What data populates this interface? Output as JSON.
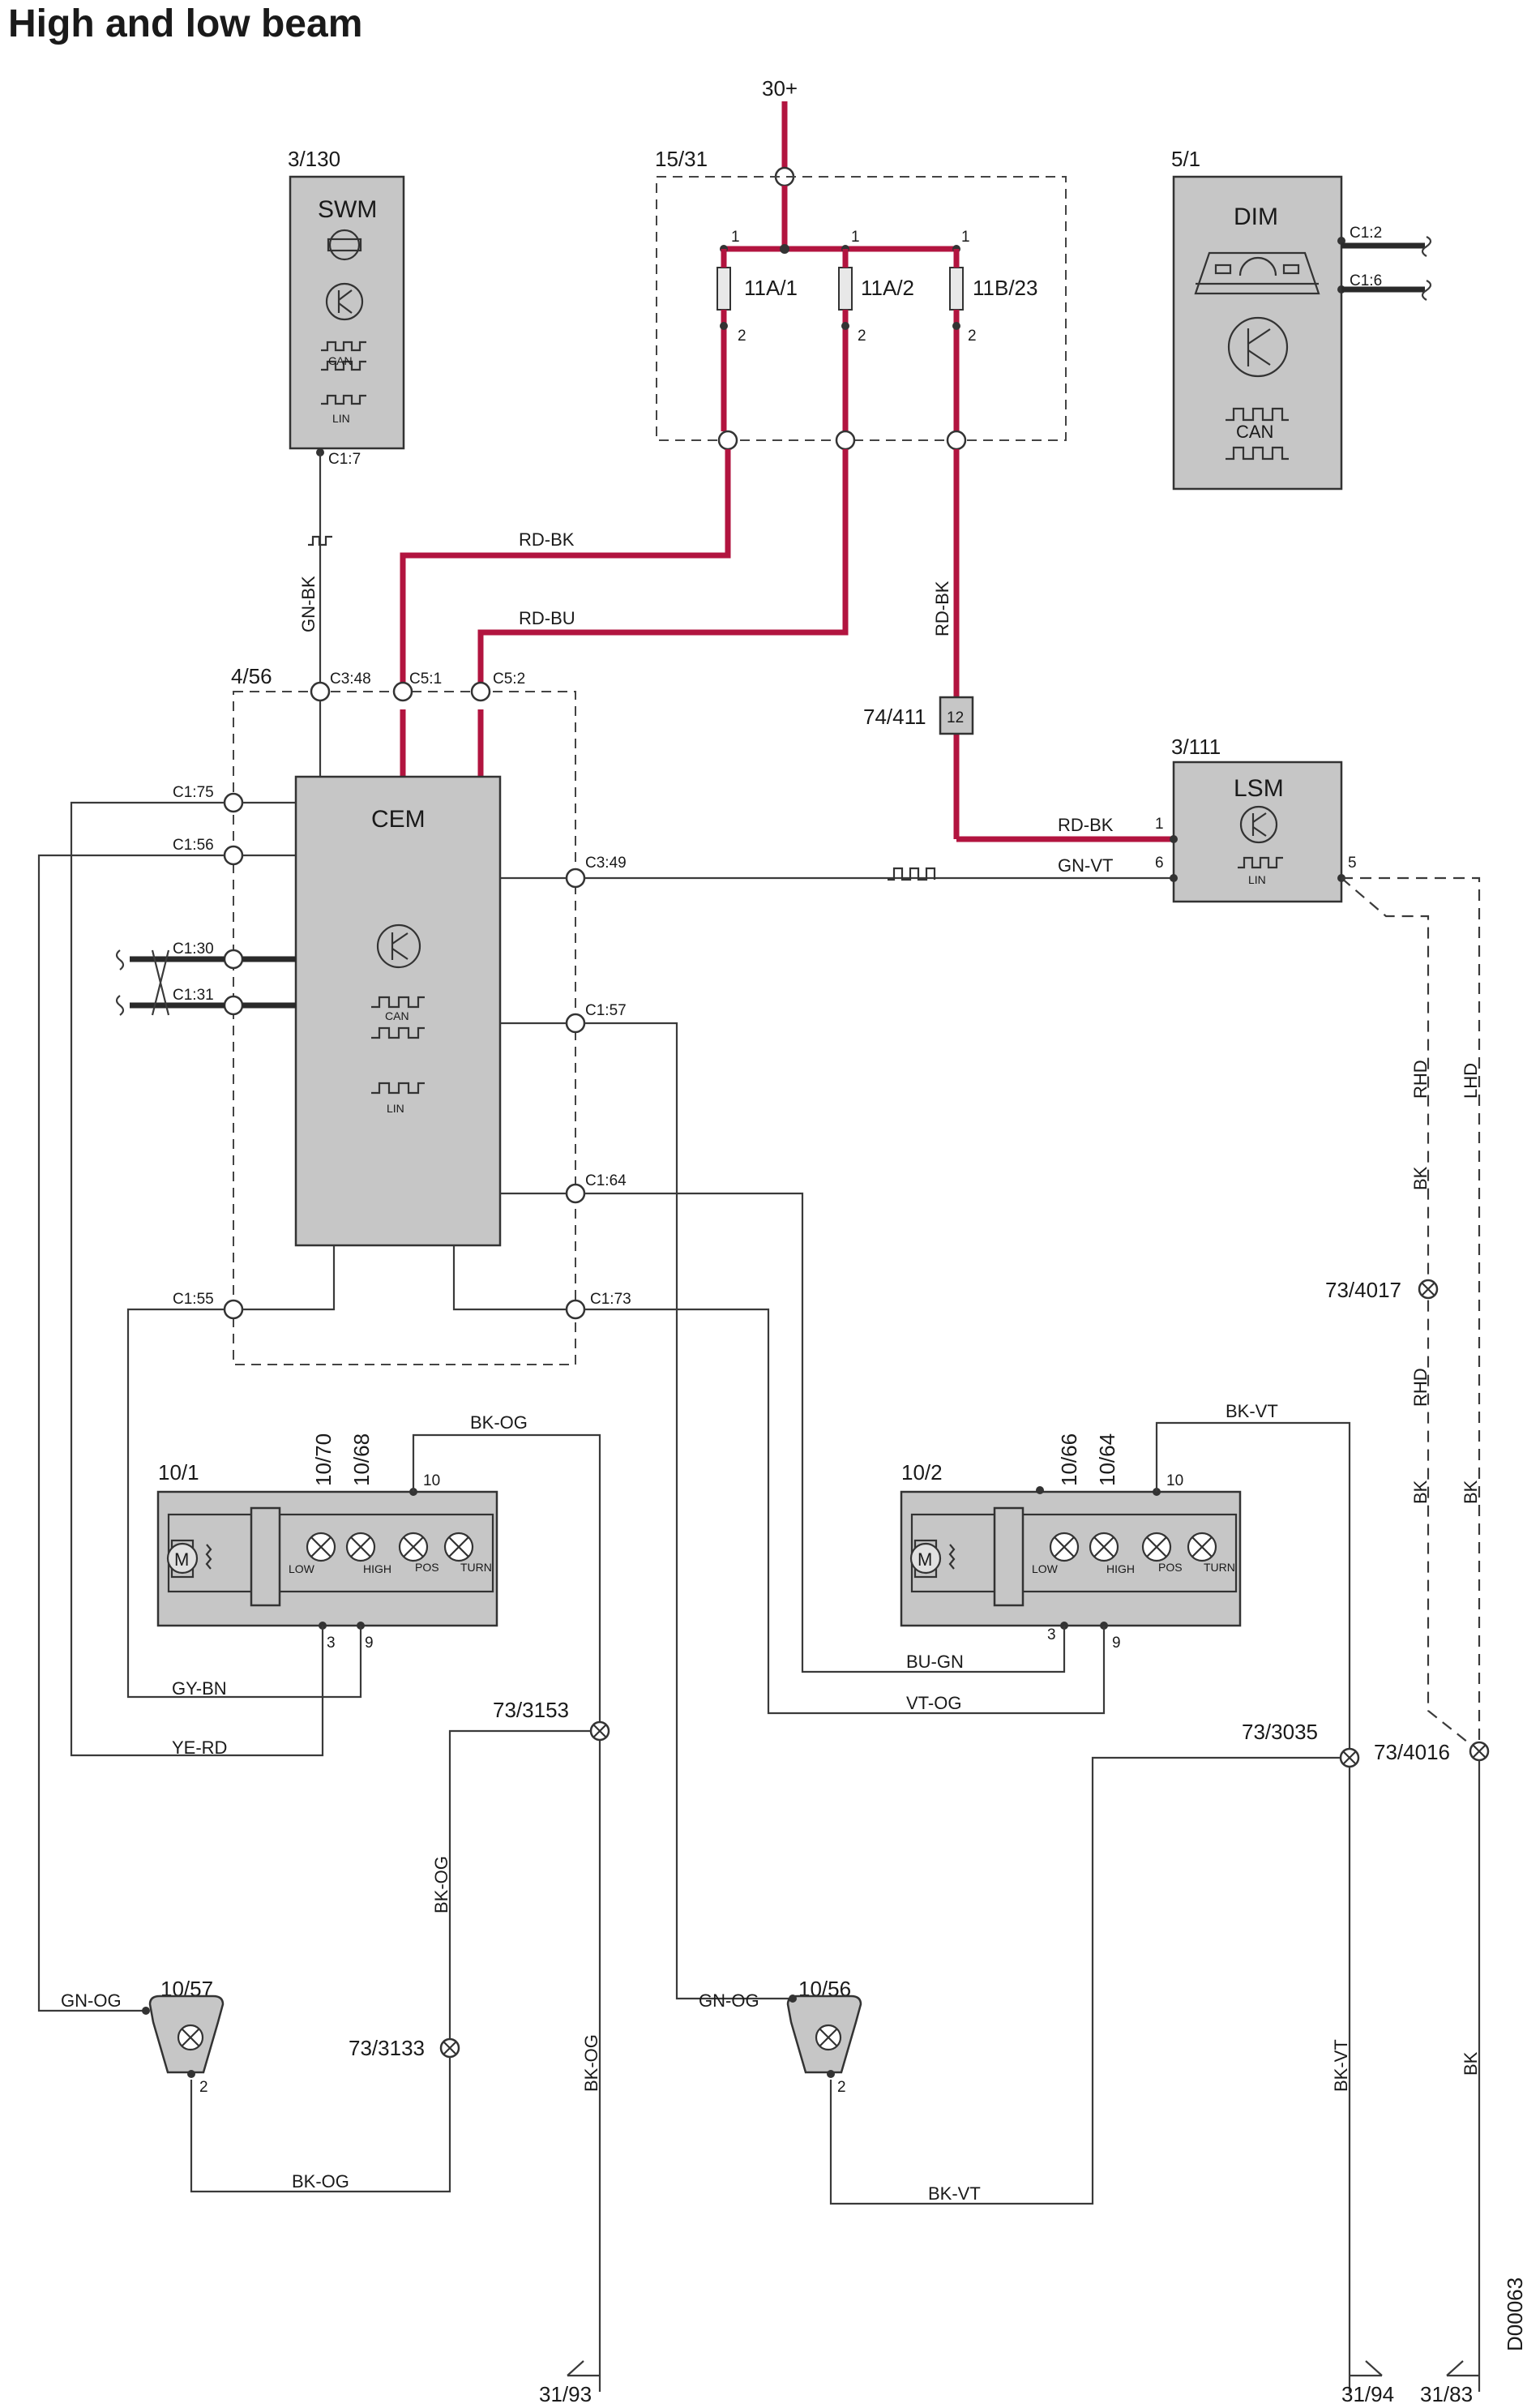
{
  "title": "High and low beam",
  "doc_id": "D00063",
  "supply": "30+",
  "modules": {
    "swm": {
      "ref": "3/130",
      "name": "SWM",
      "connector": "C1:7",
      "wire": "GN-BK",
      "can": "CAN",
      "lin": "LIN"
    },
    "fusebox": {
      "ref": "15/31",
      "fuses": [
        "11A/1",
        "11A/2",
        "11B/23"
      ],
      "pin_in": "1",
      "pin_out": "2"
    },
    "dim": {
      "ref": "5/1",
      "name": "DIM",
      "can": "CAN",
      "c1": "C1:2",
      "c2": "C1:6"
    },
    "cem": {
      "ref": "4/56",
      "name": "CEM",
      "can": "CAN",
      "lin": "LIN",
      "connectors": {
        "c348": "C3:48",
        "c51": "C5:1",
        "c52": "C5:2",
        "c175": "C1:75",
        "c156": "C1:56",
        "c130": "C1:30",
        "c131": "C1:31",
        "c349": "C3:49",
        "c157": "C1:57",
        "c164": "C1:64",
        "c155": "C1:55",
        "c173": "C1:73"
      }
    },
    "lsm": {
      "ref": "3/111",
      "name": "LSM",
      "lin": "LIN",
      "pin1": "1",
      "pin6": "6",
      "pin5": "5"
    },
    "splice_74": {
      "ref": "74/411",
      "pin": "12"
    },
    "headlamp_left": {
      "ref": "10/1",
      "bulb_refs": [
        "10/70",
        "10/68"
      ],
      "pin10": "10",
      "pin3": "3",
      "pin9": "9",
      "motor": "M",
      "bulbs": [
        "LOW",
        "HIGH",
        "POS",
        "TURN"
      ]
    },
    "headlamp_right": {
      "ref": "10/2",
      "bulb_refs": [
        "10/66",
        "10/64"
      ],
      "pin10": "10",
      "pin3": "3",
      "pin9": "9",
      "motor": "M",
      "bulbs": [
        "LOW",
        "HIGH",
        "POS",
        "TURN"
      ]
    },
    "foglamp_left": {
      "ref": "10/57",
      "pin": "2"
    },
    "foglamp_right": {
      "ref": "10/56",
      "pin": "2"
    }
  },
  "wires": {
    "rd_bk_1": "RD-BK",
    "rd_bu": "RD-BU",
    "rd_bk_2": "RD-BK",
    "rd_bk_3": "RD-BK",
    "gn_vt": "GN-VT",
    "bk_og_top": "BK-OG",
    "bk_vt_top": "BK-VT",
    "gy_bn": "GY-BN",
    "ye_rd": "YE-RD",
    "bu_gn": "BU-GN",
    "vt_og": "VT-OG",
    "gn_og_l": "GN-OG",
    "gn_og_r": "GN-OG",
    "bk_og_v1": "BK-OG",
    "bk_og_v2": "BK-OG",
    "bk_og_bot": "BK-OG",
    "bk_vt_bot": "BK-VT",
    "bk_vt_v": "BK-VT",
    "bk_v": "BK",
    "rhd_1": "RHD",
    "lhd": "LHD",
    "bk_1": "BK",
    "rhd_2": "RHD",
    "bk_2": "BK",
    "bk_3": "BK"
  },
  "splices": {
    "s4017": "73/4017",
    "s3153": "73/3153",
    "s3133": "73/3133",
    "s3035": "73/3035",
    "s4016": "73/4016"
  },
  "grounds": {
    "g93": "31/93",
    "g94": "31/94",
    "g83": "31/83"
  },
  "colors": {
    "power_wire": "#b2143f",
    "module_fill": "#c6c6c6",
    "wire": "#3a3a3a"
  }
}
